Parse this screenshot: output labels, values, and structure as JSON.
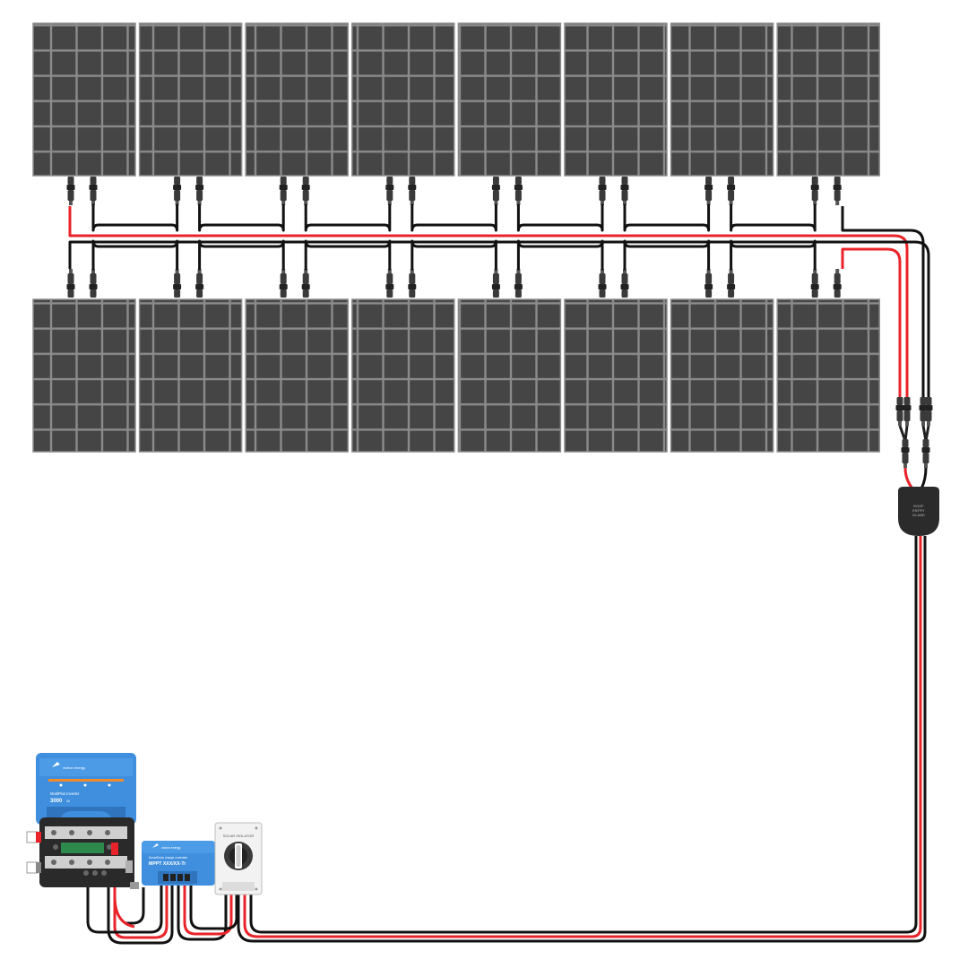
{
  "diagram": {
    "layout": {
      "rows": 2,
      "panels_per_row": 8,
      "wiring": "8 panels in series per row, 2 strings joined in parallel via branch connectors"
    },
    "colors": {
      "positive_wire": "#e8242a",
      "negative_wire": "#111111",
      "panel_frame": "#8b8b8b",
      "panel_cell": "#454545",
      "victron_blue": "#3f8fde",
      "victron_orange": "#f28c28"
    },
    "labels": {
      "gland": "ROOF ENTRY GLAND",
      "isolator": "SOLAR ISOLATOR",
      "inverter_brand": "victron energy",
      "inverter_name": "MultiPlus Inverter",
      "inverter_value": "3000",
      "inverter_unit": "VA",
      "mppt_brand": "victron energy",
      "mppt_line1": "SmartSolar charge controller",
      "mppt_line2": "MPPT XXX/XX-Tr"
    },
    "icons": [
      "pv-panel-icon",
      "mc4-connector-icon",
      "roof-entry-gland-icon",
      "inverter-icon",
      "battery-busbar-icon",
      "mppt-controller-icon",
      "isolator-switch-icon"
    ]
  }
}
